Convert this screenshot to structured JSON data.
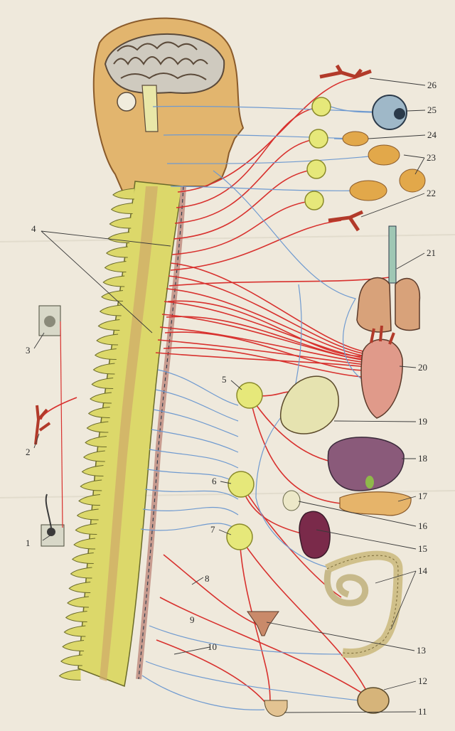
{
  "diagram": {
    "callouts": [
      {
        "id": "1",
        "label": "1"
      },
      {
        "id": "2",
        "label": "2"
      },
      {
        "id": "3",
        "label": "3"
      },
      {
        "id": "4",
        "label": "4"
      },
      {
        "id": "5",
        "label": "5"
      },
      {
        "id": "6",
        "label": "6"
      },
      {
        "id": "7",
        "label": "7"
      },
      {
        "id": "8",
        "label": "8"
      },
      {
        "id": "9",
        "label": "9"
      },
      {
        "id": "10",
        "label": "10"
      },
      {
        "id": "11",
        "label": "11"
      },
      {
        "id": "12",
        "label": "12"
      },
      {
        "id": "13",
        "label": "13"
      },
      {
        "id": "14",
        "label": "14"
      },
      {
        "id": "15",
        "label": "15"
      },
      {
        "id": "16",
        "label": "16"
      },
      {
        "id": "17",
        "label": "17"
      },
      {
        "id": "18",
        "label": "18"
      },
      {
        "id": "19",
        "label": "19"
      },
      {
        "id": "20",
        "label": "20"
      },
      {
        "id": "21",
        "label": "21"
      },
      {
        "id": "22",
        "label": "22"
      },
      {
        "id": "23",
        "label": "23"
      },
      {
        "id": "24",
        "label": "24"
      },
      {
        "id": "25",
        "label": "25"
      },
      {
        "id": "26",
        "label": "26"
      }
    ],
    "colors": {
      "paper": "#efe9dc",
      "sympathetic_fibers": "#d8312e",
      "parasympathetic_fibers": "#6f9ad0",
      "spinal_cord": "#dcd86a",
      "skin_tone": "#e2b56e",
      "ganglion": "#e6e87a",
      "organs": "#b45a3c"
    },
    "icons": [
      "brain-icon",
      "eye-icon",
      "heart-icon",
      "lungs-icon",
      "stomach-icon",
      "liver-icon",
      "kidney-icon",
      "intestine-icon",
      "bladder-icon"
    ]
  }
}
